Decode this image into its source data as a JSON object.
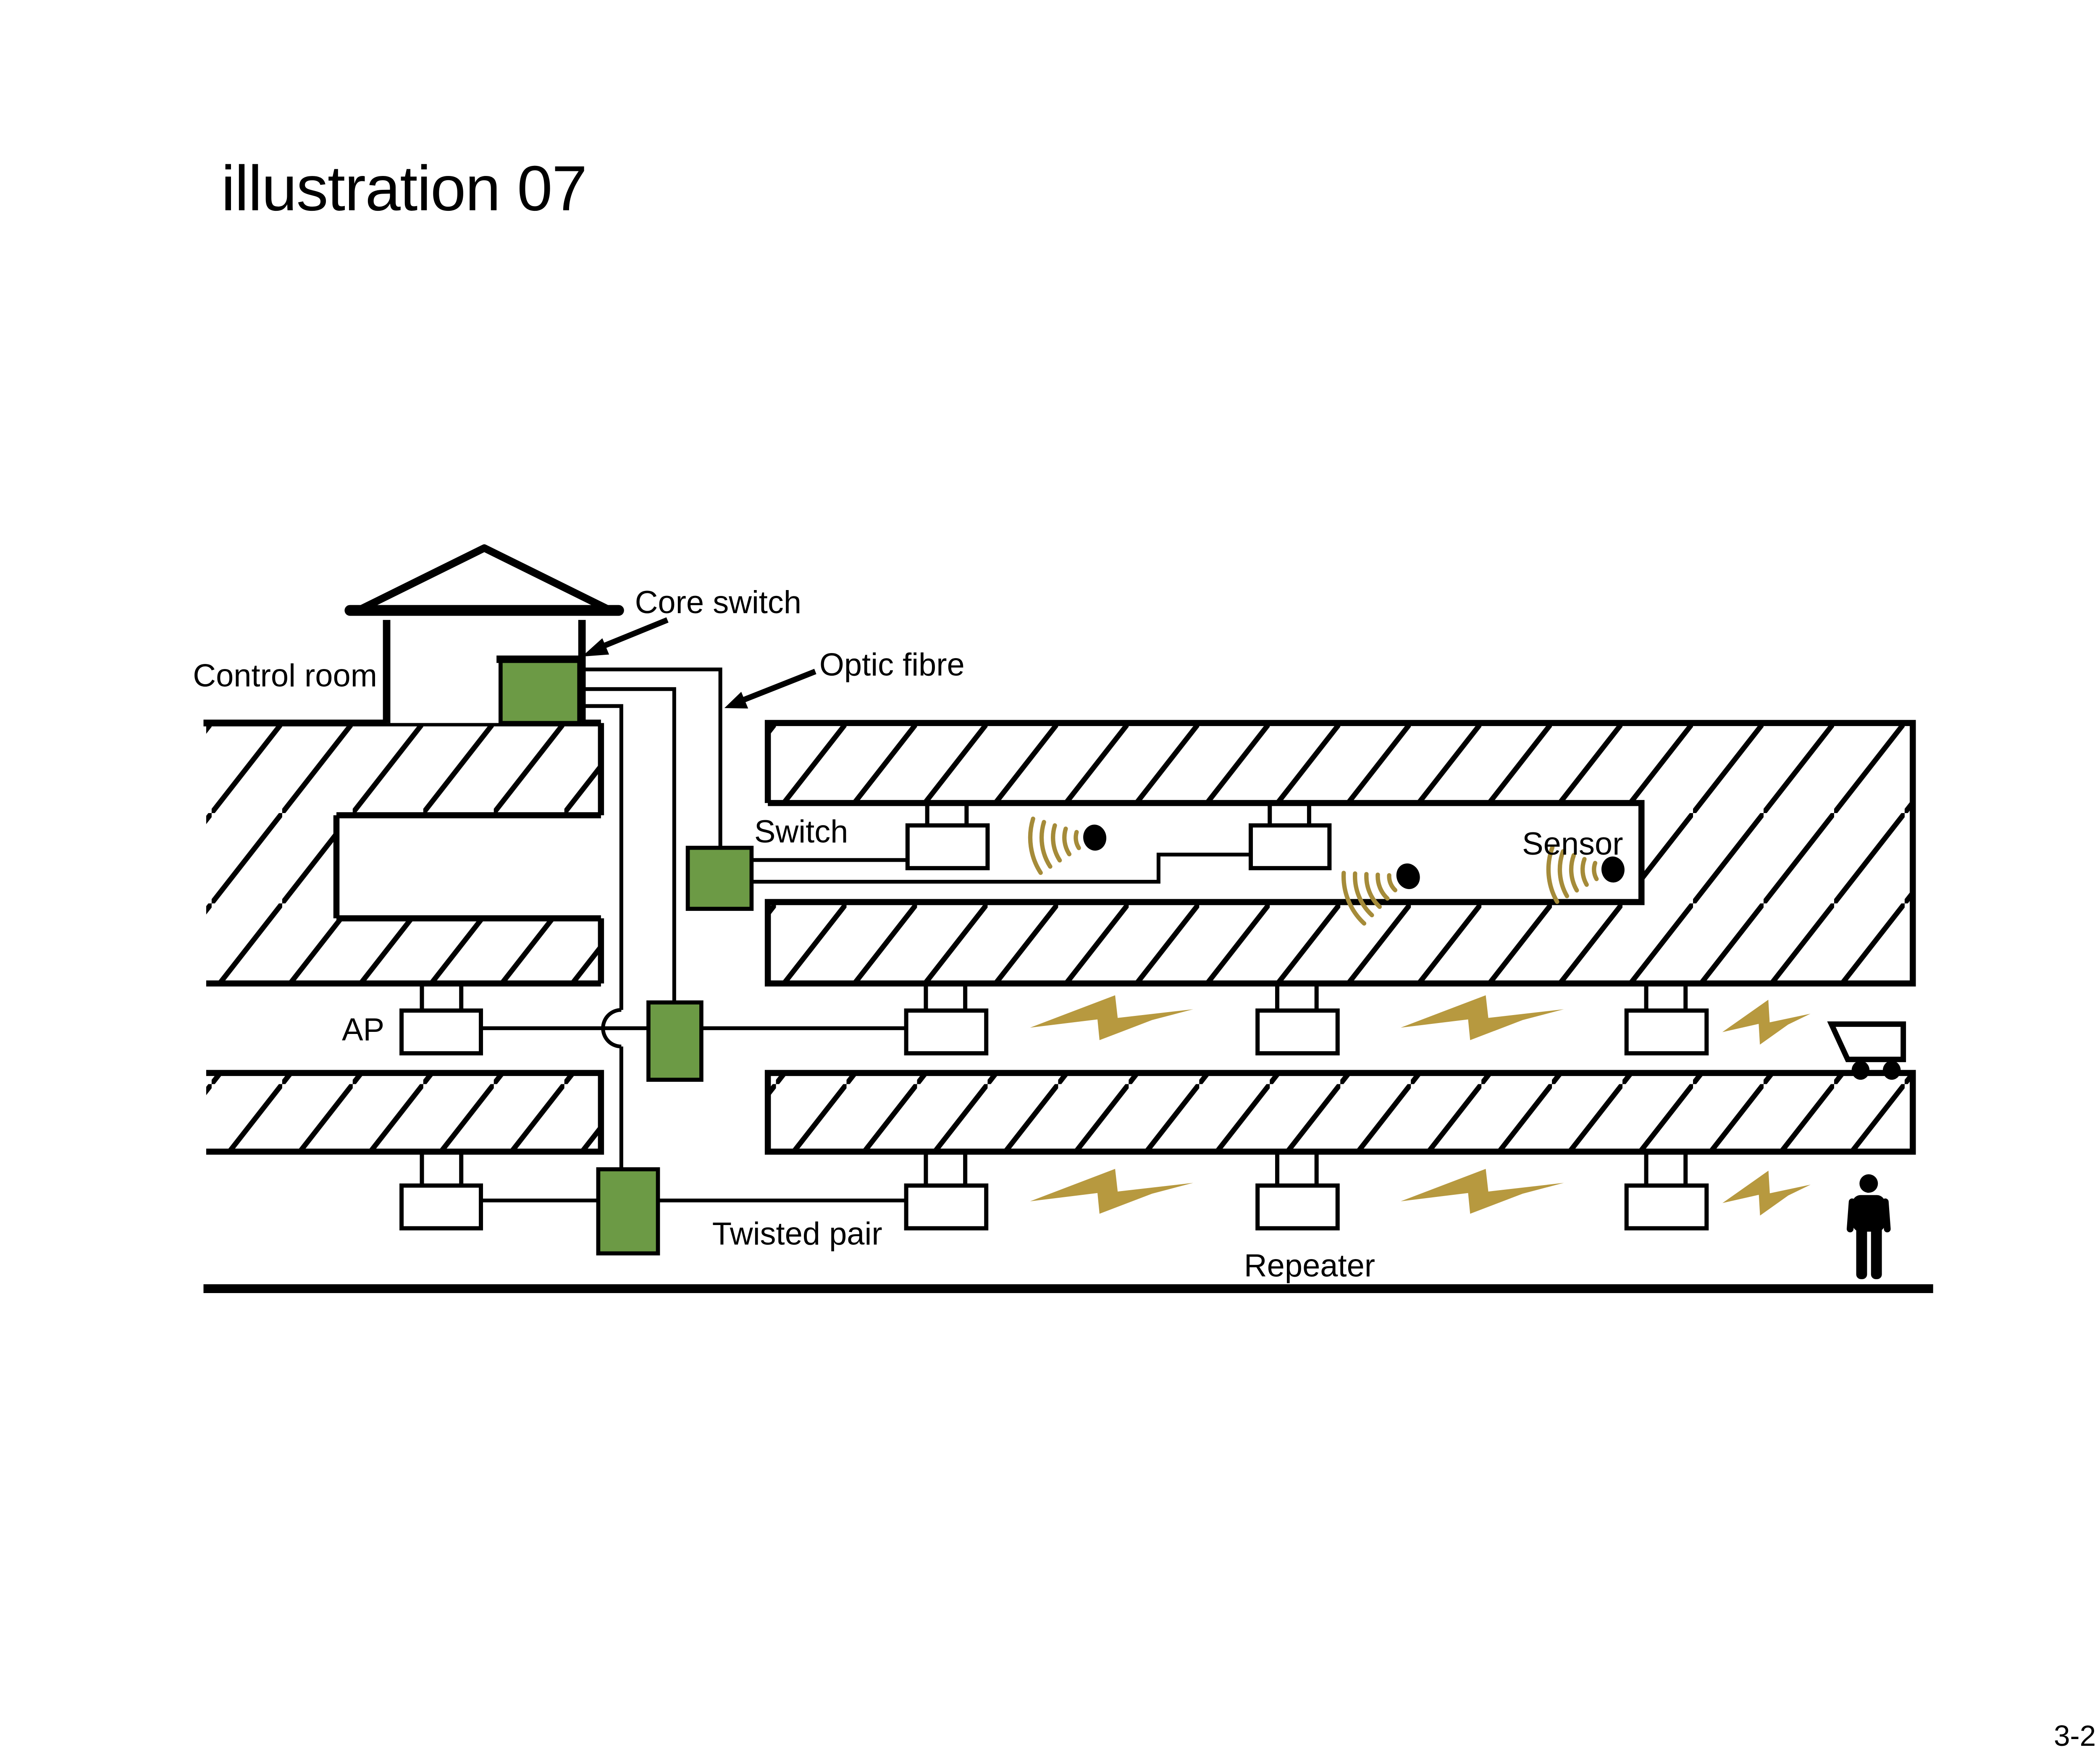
{
  "title": "illustration 07",
  "page_number": "3-2",
  "labels": {
    "control_room": "Control room",
    "core_switch": "Core switch",
    "optic_fibre": "Optic fibre",
    "switch": "Switch",
    "sensor": "Sensor",
    "ap": "AP",
    "twisted_pair": "Twisted pair",
    "repeater": "Repeater"
  },
  "colors": {
    "device_green": "#6C9A45",
    "bolt_gold": "#B7993F",
    "arc_gold": "#A58B39",
    "ink_black": "#000000",
    "background": "#FFFFFF"
  },
  "icons": [
    "house-icon",
    "lightning-bolt-icon",
    "wireless-sensor-icon",
    "mine-cart-icon",
    "person-icon",
    "arrow-icon"
  ],
  "devices": {
    "core_switch_count": 1,
    "switch_count": 3,
    "ap_box_count": 10,
    "sensor_count": 3,
    "large_bolt_count": 4,
    "small_bolt_count": 2
  }
}
